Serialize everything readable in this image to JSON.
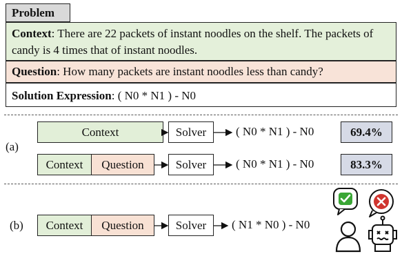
{
  "problem": {
    "tag": "Problem",
    "context_label": "Context",
    "context_text": ": There are 22 packets of instant noodles on the shelf. The packets of candy is 4 times that of instant noodles.",
    "question_label": "Question",
    "question_text": ": How many packets are instant noodles less than candy?",
    "solution_label": "Solution Expression",
    "solution_text": ": ( N0 * N1 ) - N0"
  },
  "panel_a": {
    "label": "(a)",
    "row1": {
      "input": "Context",
      "solver": "Solver",
      "output": "( N0 * N1 ) - N0",
      "score": "69.4%"
    },
    "row2": {
      "input1": "Context",
      "input2": "Question",
      "solver": "Solver",
      "output": "( N0 * N1 ) - N0",
      "score": "83.3%"
    }
  },
  "panel_b": {
    "label": "(b)",
    "row": {
      "input1": "Context",
      "input2": "Question",
      "solver": "Solver",
      "output": "( N1 * N0 ) - N0"
    },
    "icons": [
      "check-bubble-icon",
      "cross-bubble-icon",
      "person-icon",
      "robot-icon"
    ]
  },
  "colors": {
    "context": "#e2efd8",
    "question": "#f8e1d4",
    "score": "#d6dae6",
    "check": "#3aa635",
    "cross": "#d0352f"
  }
}
